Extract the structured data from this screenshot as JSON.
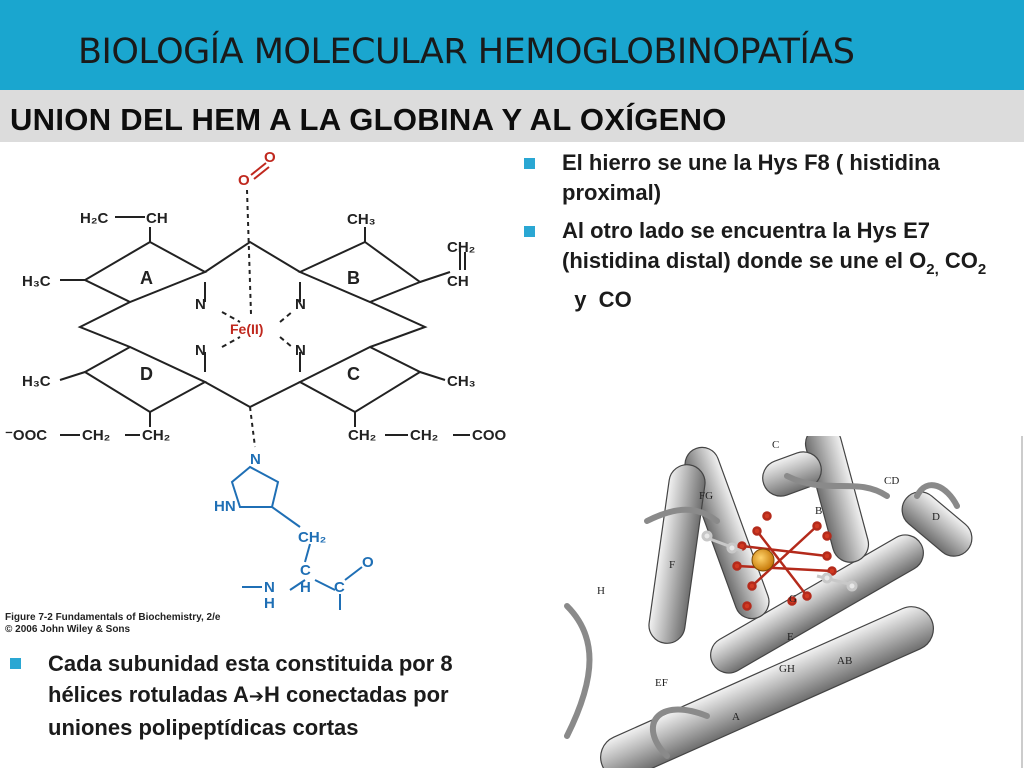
{
  "slide": {
    "title": "BIOLOGÍA MOLECULAR HEMOGLOBINOPATÍAS",
    "subtitle": "UNION DEL HEM A LA GLOBINA Y AL OXÍGENO"
  },
  "bullets_top": [
    {
      "text": "El hierro se une la Hys F8 ( histidina proximal)"
    },
    {
      "text_before": "Al otro lado se encuentra la Hys E7 (histidina distal) donde se une el O",
      "sub1": "2,",
      "mid": " CO",
      "sub2": "2",
      "after": "  y  CO"
    }
  ],
  "bullet_bottom": {
    "text_before": "Cada subunidad esta constituida por 8 hélices rotuladas A",
    "arrow": "➔",
    "text_after": "H conectadas por uniones polipeptídicas cortas"
  },
  "figure_caption": {
    "line1": "Figure 7-2  Fundamentals of Biochemistry, 2/e",
    "line2": "© 2006 John Wiley & Sons"
  },
  "heme_labels": {
    "o_top": "O",
    "o_left": "O",
    "vinyl_top_left": "H₂C",
    "ch_top_left": "CH",
    "ch3_top_right": "CH₃",
    "ch2_right": "CH₂",
    "ch_right": "CH",
    "h3c_left": "H₃C",
    "ring_a": "A",
    "ring_b": "B",
    "ring_c": "C",
    "ring_d": "D",
    "n1": "N",
    "n2": "N",
    "n3": "N",
    "n4": "N",
    "iron": "Fe(II)",
    "h3c_lower_left": "H₃C",
    "ch3_lower_right": "CH₃",
    "ooc": "⁻OOC",
    "ch2_a": "CH₂",
    "ch2_b": "CH₂",
    "ch2_c": "CH₂",
    "ch2_d": "CH₂",
    "coo": "COO",
    "his_n": "N",
    "his_hn": "HN",
    "his_ch2": "CH₂",
    "his_c": "C",
    "his_h": "H",
    "his_nh_n": "N",
    "his_nh_h": "H",
    "his_c2": "C",
    "his_o": "O"
  },
  "helix_labels": {
    "c": "C",
    "cd": "CD",
    "d": "D",
    "fg": "FG",
    "b": "B",
    "f": "F",
    "h": "H",
    "g": "G",
    "e": "E",
    "ab": "AB",
    "gh": "GH",
    "ef": "EF",
    "a": "A"
  },
  "colors": {
    "title_bar": "#1aa6cf",
    "subtitle_bar": "#dcdcdc",
    "bullet": "#2aa7d3",
    "iron_red": "#c0281e",
    "histidine_blue": "#1f6fb5",
    "heme_red": "#d13a22",
    "iron_atom": "#e6a21a"
  }
}
